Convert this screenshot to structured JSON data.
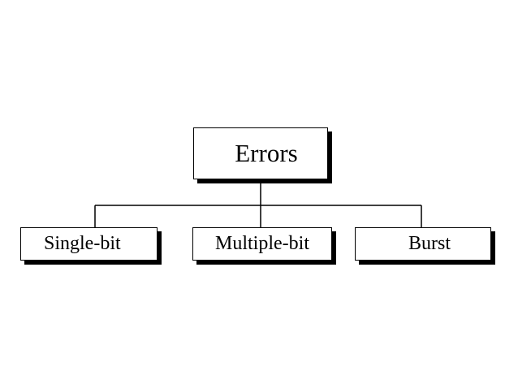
{
  "diagram": {
    "type": "hierarchy",
    "root": {
      "label": "Errors"
    },
    "children": [
      {
        "label": "Single-bit"
      },
      {
        "label": "Multiple-bit"
      },
      {
        "label": "Burst"
      }
    ]
  }
}
